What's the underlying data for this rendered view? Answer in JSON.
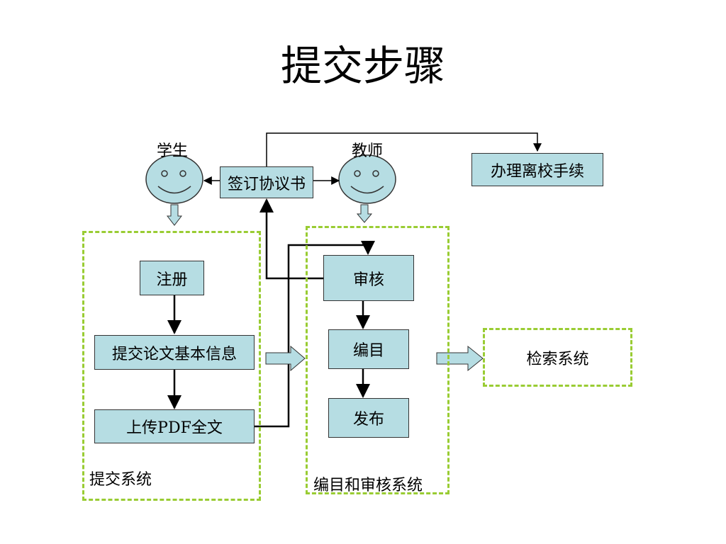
{
  "title": "提交步骤",
  "actors": {
    "student": "学生",
    "teacher": "教师"
  },
  "nodes": {
    "agreement": "签订协议书",
    "leave": "办理离校手续",
    "register": "注册",
    "submit_info": "提交论文基本信息",
    "upload_pdf": "上传PDF全文",
    "review": "审核",
    "catalog": "编目",
    "publish": "发布"
  },
  "groups": {
    "submission": "提交系统",
    "catalog_review": "编目和审核系统",
    "retrieval": "检索系统"
  },
  "colors": {
    "box_fill": "#b6dde3",
    "face_fill": "#b6dde3",
    "dashed_border": "#99cc33"
  }
}
